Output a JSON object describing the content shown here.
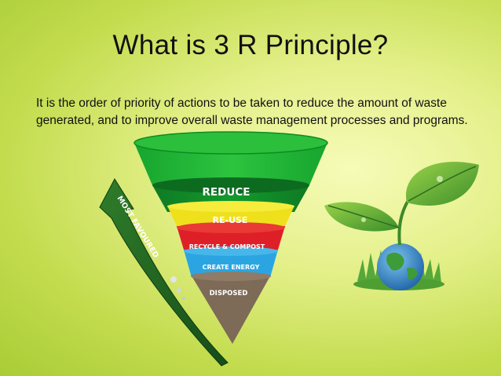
{
  "slide": {
    "title": "What is 3 R Principle?",
    "description": "It is the order of priority of actions to be taken to reduce the amount of waste generated, and to improve overall waste management processes and programs."
  },
  "arrow": {
    "label": "MOST FAVOURED"
  },
  "funnel": {
    "layers": [
      {
        "label": "REDUCE",
        "color": "#1e8f2a"
      },
      {
        "label": "RE-USE",
        "color": "#f0e21c"
      },
      {
        "label": "RECYCLE & COMPOST",
        "color": "#e0202a"
      },
      {
        "label": "CREATE ENERGY",
        "color": "#2aa3e0"
      },
      {
        "label": "DISPOSED",
        "color": "#7e6b58"
      }
    ]
  },
  "colors": {
    "leaf": "#4fa83a",
    "globe_water": "#2c7fc0",
    "globe_land": "#3e9b3a"
  }
}
